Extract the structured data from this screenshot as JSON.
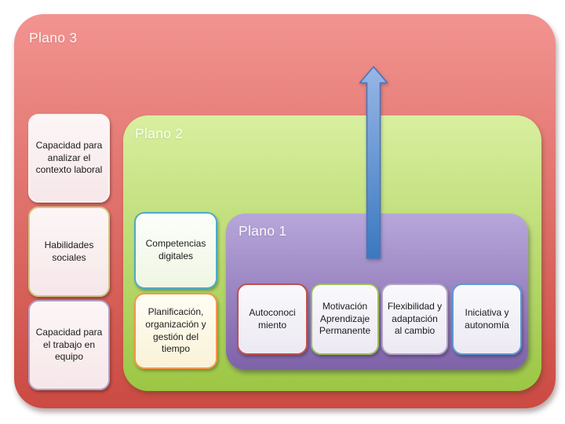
{
  "planes": {
    "plano3": {
      "label": "Plano 3",
      "gradient_top": "#F29490",
      "gradient_bottom": "#CB4A42"
    },
    "plano2": {
      "label": "Plano 2",
      "gradient_top": "#D9EFA0",
      "gradient_bottom": "#9CC644"
    },
    "plano1": {
      "label": "Plano 1",
      "gradient_top": "#B7A7DA",
      "gradient_bottom": "#7E62A8"
    }
  },
  "cards": {
    "plano3": [
      {
        "label": "Capacidad para analizar el contexto laboral",
        "border_color": "#F9F1EF",
        "gradient_top": "#FDF6F6",
        "gradient_bottom": "#F6E7E9"
      },
      {
        "label": "Habilidades sociales",
        "border_color": "#CFC783",
        "gradient_top": "#FDF6F6",
        "gradient_bottom": "#F6E7E9"
      },
      {
        "label": "Capacidad para el trabajo en equipo",
        "border_color": "#B3A2C7",
        "gradient_top": "#FDF6F6",
        "gradient_bottom": "#F6E7E9"
      }
    ],
    "plano2": [
      {
        "label": "Competencias digitales",
        "border_color": "#4BACC6",
        "gradient_top": "#FDFEFA",
        "gradient_bottom": "#EFF6E4"
      },
      {
        "label": "Planificación, organización y gestión del tiempo",
        "border_color": "#F79646",
        "gradient_top": "#FFFEF5",
        "gradient_bottom": "#F9F2D7"
      }
    ],
    "plano1": [
      {
        "label": "Autoconoci miento",
        "border_color": "#C0504D",
        "gradient_top": "#FAF9FC",
        "gradient_bottom": "#ECE9F3"
      },
      {
        "label": "Motivación Aprendizaje Permanente",
        "border_color": "#9BBB59",
        "gradient_top": "#FAF9FC",
        "gradient_bottom": "#ECE9F3"
      },
      {
        "label": "Flexibilidad y adaptación al cambio",
        "border_color": "#B2A2C7",
        "gradient_top": "#FAF9FC",
        "gradient_bottom": "#ECE9F3"
      },
      {
        "label": "Iniciativa y autonomía",
        "border_color": "#5B9BD5",
        "gradient_top": "#FAF9FC",
        "gradient_bottom": "#ECE9F3"
      }
    ]
  },
  "arrow": {
    "direction": "up",
    "fill_top": "#97B6E7",
    "fill_bottom": "#3A78C0",
    "stroke": "#4C74B9"
  }
}
